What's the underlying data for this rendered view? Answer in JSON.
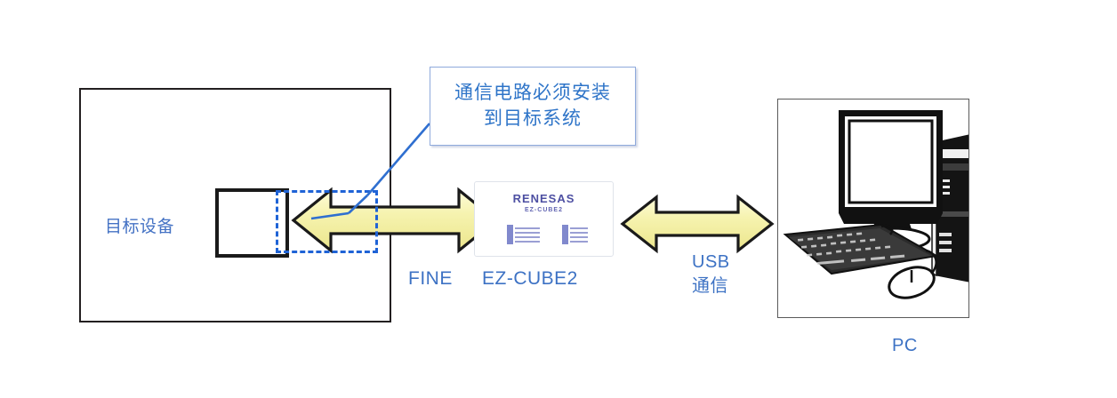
{
  "diagram": {
    "title_text_present": false,
    "accent_blue": "#3d72c4",
    "dash_blue": "#1f63d6",
    "arrow_fill": "#f2f0a8",
    "arrow_stroke": "#1a1a1a",
    "outline_black": "#231f20"
  },
  "target_system": {
    "device_label": "目标设备"
  },
  "callout": {
    "line1": "通信电路必须安装",
    "line2": "到目标系统"
  },
  "emulator": {
    "brand": "RENESAS",
    "model": "EZ-CUBE2",
    "label": "EZ-CUBE2"
  },
  "connections": {
    "fine_label": "FINE",
    "usb_label_line1": "USB",
    "usb_label_line2": "通信"
  },
  "pc": {
    "label": "PC"
  }
}
